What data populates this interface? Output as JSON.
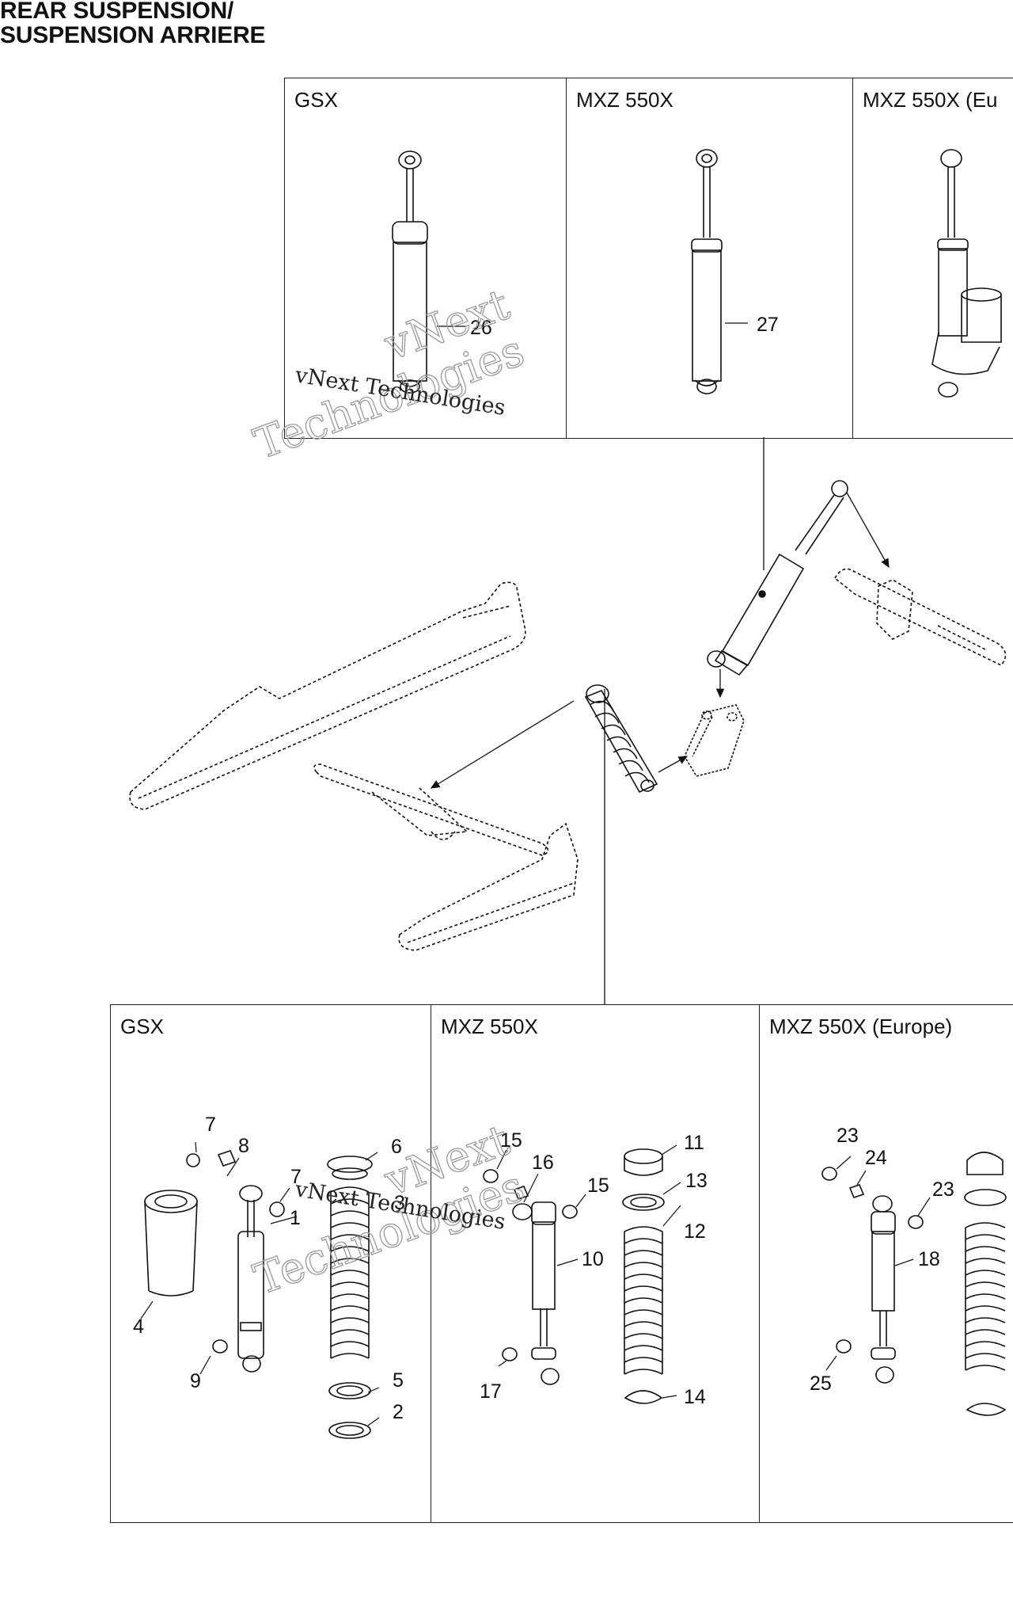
{
  "title": {
    "line1": "REAR SUSPENSION/",
    "line2": "SUSPENSION ARRIERE"
  },
  "top_panels": [
    {
      "label": "GSX"
    },
    {
      "label": "MXZ 550X"
    },
    {
      "label": "MXZ 550X (Eu"
    }
  ],
  "bottom_panels": [
    {
      "label": "GSX"
    },
    {
      "label": "MXZ 550X"
    },
    {
      "label": "MXZ 550X (Europe)"
    }
  ],
  "callouts": {
    "c26": "26",
    "c27": "27",
    "c7a": "7",
    "c8": "8",
    "c7b": "7",
    "c1": "1",
    "c4": "4",
    "c9": "9",
    "c6": "6",
    "c3": "3",
    "c5": "5",
    "c2": "2",
    "c15a": "15",
    "c16": "16",
    "c15b": "15",
    "c10": "10",
    "c17": "17",
    "c11": "11",
    "c13": "13",
    "c12": "12",
    "c14": "14",
    "c23a": "23",
    "c24": "24",
    "c23b": "23",
    "c18": "18",
    "c25": "25"
  },
  "watermark": {
    "line1": "vNext Technologies",
    "outline1": "vNext",
    "outline2": "Technologies"
  }
}
